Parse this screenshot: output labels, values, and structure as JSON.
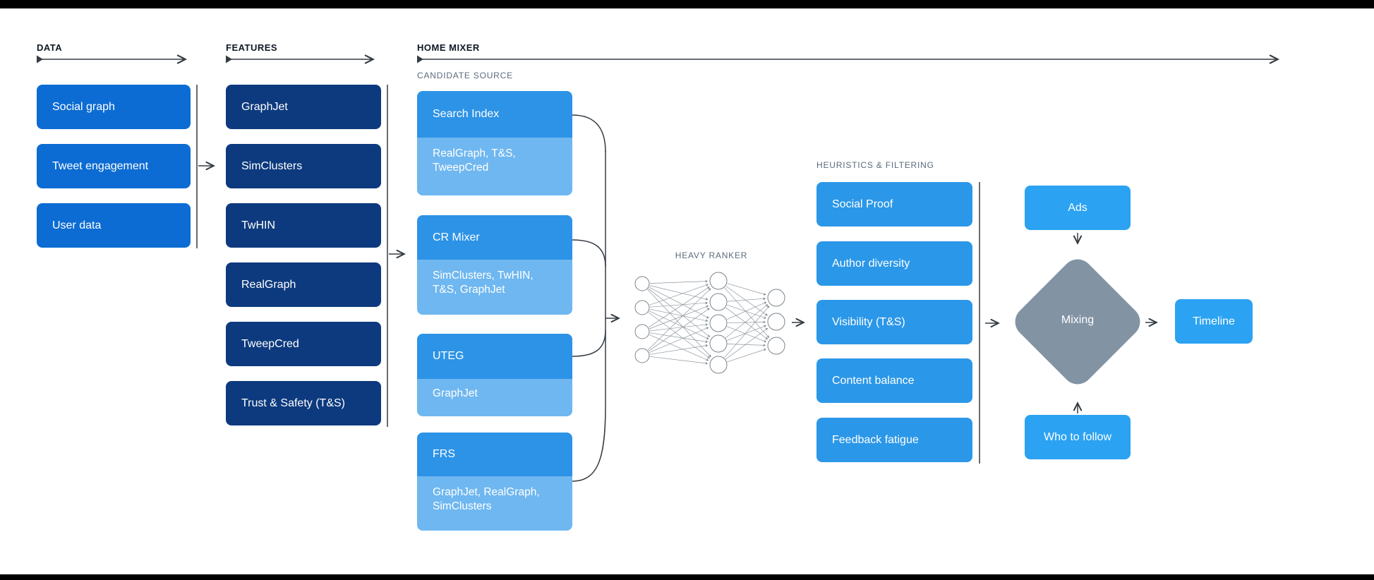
{
  "sections": {
    "data": {
      "label": "DATA",
      "items": [
        "Social graph",
        "Tweet engagement",
        "User data"
      ]
    },
    "features": {
      "label": "FEATURES",
      "items": [
        "GraphJet",
        "SimClusters",
        "TwHIN",
        "RealGraph",
        "TweepCred",
        "Trust & Safety (T&S)"
      ]
    },
    "home_mixer": {
      "label": "HOME MIXER",
      "candidate_source": {
        "label": "CANDIDATE SOURCE",
        "groups": [
          {
            "title": "Search Index",
            "sources": "RealGraph, T&S, TweepCred"
          },
          {
            "title": "CR Mixer",
            "sources": "SimClusters, TwHIN, T&S, GraphJet"
          },
          {
            "title": "UTEG",
            "sources": "GraphJet"
          },
          {
            "title": "FRS",
            "sources": "GraphJet, RealGraph, SimClusters"
          }
        ]
      },
      "heavy_ranker": {
        "label": "HEAVY RANKER"
      },
      "heuristics": {
        "label": "HEURISTICS & FILTERING",
        "items": [
          "Social Proof",
          "Author diversity",
          "Visibility (T&S)",
          "Content balance",
          "Feedback fatigue"
        ]
      },
      "mixing": {
        "ads": "Ads",
        "diamond": "Mixing",
        "who_to_follow": "Who to follow",
        "timeline": "Timeline"
      }
    }
  },
  "colors": {
    "data_box": "#0c6cd3",
    "features_box": "#0d3a7e",
    "cand_top": "#2d93e6",
    "cand_bottom": "#6fb7f0",
    "heur_box": "#2b97e8",
    "out_box": "#2ba2f2",
    "diamond": "#8293a4",
    "line": "#343b42",
    "net_line": "#8d979f",
    "label_dark": "#101826",
    "label_muted": "#5a6b7c",
    "bar": "#000000"
  }
}
